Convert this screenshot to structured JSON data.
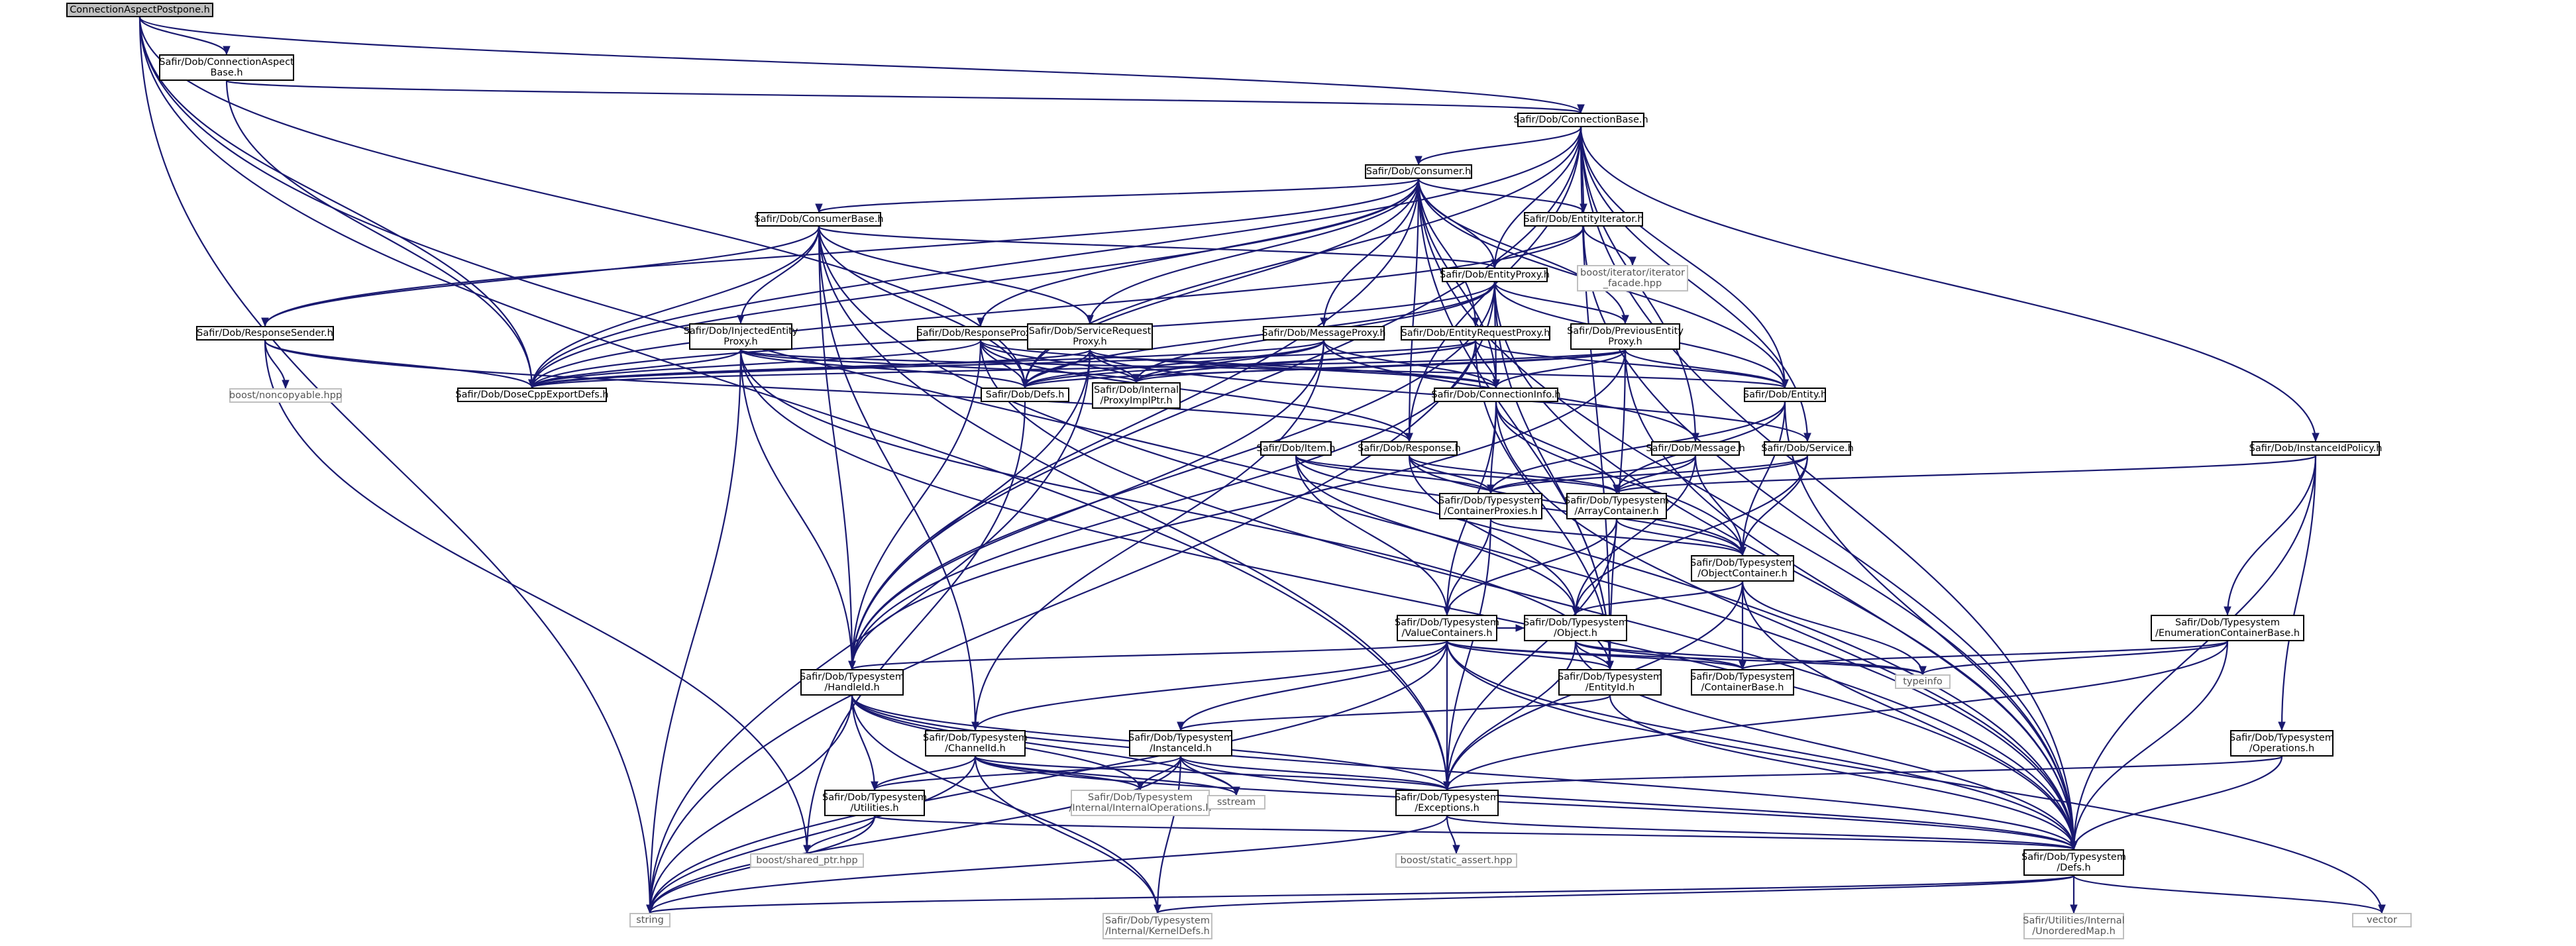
{
  "graph": {
    "title": "",
    "colors": {
      "edge": "#191970",
      "root_fill": "#bfbfbf",
      "node_border": "#000000",
      "external_border": "#bfbfbf"
    },
    "nodes": [
      {
        "id": "root",
        "lines": [
          "ConnectionAspectPostpone.h"
        ],
        "kind": "root"
      },
      {
        "id": "cab",
        "lines": [
          "Safir/Dob/ConnectionAspect",
          "Base.h"
        ],
        "kind": "file"
      },
      {
        "id": "cb",
        "lines": [
          "Safir/Dob/ConnectionBase.h"
        ],
        "kind": "file"
      },
      {
        "id": "consumer",
        "lines": [
          "Safir/Dob/Consumer.h"
        ],
        "kind": "file"
      },
      {
        "id": "consumerbase",
        "lines": [
          "Safir/Dob/ConsumerBase.h"
        ],
        "kind": "file"
      },
      {
        "id": "entityiter",
        "lines": [
          "Safir/Dob/EntityIterator.h"
        ],
        "kind": "file"
      },
      {
        "id": "iterfacade",
        "lines": [
          "boost/iterator/iterator",
          "_facade.hpp"
        ],
        "kind": "external"
      },
      {
        "id": "entityproxy",
        "lines": [
          "Safir/Dob/EntityProxy.h"
        ],
        "kind": "file"
      },
      {
        "id": "respsender",
        "lines": [
          "Safir/Dob/ResponseSender.h"
        ],
        "kind": "file"
      },
      {
        "id": "injected",
        "lines": [
          "Safir/Dob/InjectedEntity",
          "Proxy.h"
        ],
        "kind": "file"
      },
      {
        "id": "respproxy",
        "lines": [
          "Safir/Dob/ResponseProxy.h"
        ],
        "kind": "file"
      },
      {
        "id": "servreq",
        "lines": [
          "Safir/Dob/ServiceRequest",
          "Proxy.h"
        ],
        "kind": "file"
      },
      {
        "id": "msgproxy",
        "lines": [
          "Safir/Dob/MessageProxy.h"
        ],
        "kind": "file"
      },
      {
        "id": "entreq",
        "lines": [
          "Safir/Dob/EntityRequestProxy.h"
        ],
        "kind": "file"
      },
      {
        "id": "preventity",
        "lines": [
          "Safir/Dob/PreviousEntity",
          "Proxy.h"
        ],
        "kind": "file"
      },
      {
        "id": "noncopyable",
        "lines": [
          "boost/noncopyable.hpp"
        ],
        "kind": "external"
      },
      {
        "id": "doseexport",
        "lines": [
          "Safir/Dob/DoseCppExportDefs.h"
        ],
        "kind": "file"
      },
      {
        "id": "dobdefs",
        "lines": [
          "Safir/Dob/Defs.h"
        ],
        "kind": "file"
      },
      {
        "id": "proxyimpl",
        "lines": [
          "Safir/Dob/Internal",
          "/ProxyImplPtr.h"
        ],
        "kind": "file"
      },
      {
        "id": "conninfo",
        "lines": [
          "Safir/Dob/ConnectionInfo.h"
        ],
        "kind": "file"
      },
      {
        "id": "entity",
        "lines": [
          "Safir/Dob/Entity.h"
        ],
        "kind": "file"
      },
      {
        "id": "item",
        "lines": [
          "Safir/Dob/Item.h"
        ],
        "kind": "file"
      },
      {
        "id": "response",
        "lines": [
          "Safir/Dob/Response.h"
        ],
        "kind": "file"
      },
      {
        "id": "message",
        "lines": [
          "Safir/Dob/Message.h"
        ],
        "kind": "file"
      },
      {
        "id": "service",
        "lines": [
          "Safir/Dob/Service.h"
        ],
        "kind": "file"
      },
      {
        "id": "instpolicy",
        "lines": [
          "Safir/Dob/InstanceIdPolicy.h"
        ],
        "kind": "file"
      },
      {
        "id": "contproxies",
        "lines": [
          "Safir/Dob/Typesystem",
          "/ContainerProxies.h"
        ],
        "kind": "file"
      },
      {
        "id": "arraycont",
        "lines": [
          "Safir/Dob/Typesystem",
          "/ArrayContainer.h"
        ],
        "kind": "file"
      },
      {
        "id": "objcont",
        "lines": [
          "Safir/Dob/Typesystem",
          "/ObjectContainer.h"
        ],
        "kind": "file"
      },
      {
        "id": "enumbase",
        "lines": [
          "Safir/Dob/Typesystem",
          "/EnumerationContainerBase.h"
        ],
        "kind": "file"
      },
      {
        "id": "valuecont",
        "lines": [
          "Safir/Dob/Typesystem",
          "/ValueContainers.h"
        ],
        "kind": "file"
      },
      {
        "id": "object",
        "lines": [
          "Safir/Dob/Typesystem",
          "/Object.h"
        ],
        "kind": "file"
      },
      {
        "id": "typeinfo",
        "lines": [
          "typeinfo"
        ],
        "kind": "external"
      },
      {
        "id": "handleid",
        "lines": [
          "Safir/Dob/Typesystem",
          "/HandleId.h"
        ],
        "kind": "file"
      },
      {
        "id": "entityid",
        "lines": [
          "Safir/Dob/Typesystem",
          "/EntityId.h"
        ],
        "kind": "file"
      },
      {
        "id": "contbase",
        "lines": [
          "Safir/Dob/Typesystem",
          "/ContainerBase.h"
        ],
        "kind": "file"
      },
      {
        "id": "channelid",
        "lines": [
          "Safir/Dob/Typesystem",
          "/ChannelId.h"
        ],
        "kind": "file"
      },
      {
        "id": "instanceid",
        "lines": [
          "Safir/Dob/Typesystem",
          "/InstanceId.h"
        ],
        "kind": "file"
      },
      {
        "id": "operations",
        "lines": [
          "Safir/Dob/Typesystem",
          "/Operations.h"
        ],
        "kind": "file"
      },
      {
        "id": "utilities",
        "lines": [
          "Safir/Dob/Typesystem",
          "/Utilities.h"
        ],
        "kind": "file"
      },
      {
        "id": "internalops",
        "lines": [
          "Safir/Dob/Typesystem",
          "/Internal/InternalOperations.h"
        ],
        "kind": "external"
      },
      {
        "id": "sstream",
        "lines": [
          "sstream"
        ],
        "kind": "external"
      },
      {
        "id": "exceptions",
        "lines": [
          "Safir/Dob/Typesystem",
          "/Exceptions.h"
        ],
        "kind": "file"
      },
      {
        "id": "sharedptr",
        "lines": [
          "boost/shared_ptr.hpp"
        ],
        "kind": "external"
      },
      {
        "id": "staticassert",
        "lines": [
          "boost/static_assert.hpp"
        ],
        "kind": "external"
      },
      {
        "id": "tsdefs",
        "lines": [
          "Safir/Dob/Typesystem",
          "/Defs.h"
        ],
        "kind": "file"
      },
      {
        "id": "string",
        "lines": [
          "string"
        ],
        "kind": "external"
      },
      {
        "id": "kerneldefs",
        "lines": [
          "Safir/Dob/Typesystem",
          "/Internal/KernelDefs.h"
        ],
        "kind": "external"
      },
      {
        "id": "unordered",
        "lines": [
          "Safir/Utilities/Internal",
          "/UnorderedMap.h"
        ],
        "kind": "external"
      },
      {
        "id": "vector",
        "lines": [
          "vector"
        ],
        "kind": "external"
      }
    ],
    "edges": [
      [
        "root",
        "cab"
      ],
      [
        "root",
        "cb"
      ],
      [
        "root",
        "doseexport"
      ],
      [
        "root",
        "dobdefs"
      ],
      [
        "root",
        "string"
      ],
      [
        "root",
        "tsdefs"
      ],
      [
        "root",
        "exceptions"
      ],
      [
        "cab",
        "cb"
      ],
      [
        "cab",
        "doseexport"
      ],
      [
        "cb",
        "consumer"
      ],
      [
        "cb",
        "entityiter"
      ],
      [
        "cb",
        "entityproxy"
      ],
      [
        "cb",
        "doseexport"
      ],
      [
        "cb",
        "dobdefs"
      ],
      [
        "cb",
        "entity"
      ],
      [
        "cb",
        "message"
      ],
      [
        "cb",
        "service"
      ],
      [
        "cb",
        "response"
      ],
      [
        "cb",
        "instpolicy"
      ],
      [
        "cb",
        "handleid"
      ],
      [
        "cb",
        "entityid"
      ],
      [
        "cb",
        "tsdefs"
      ],
      [
        "consumer",
        "consumerbase"
      ],
      [
        "consumer",
        "entityiter"
      ],
      [
        "consumer",
        "entityproxy"
      ],
      [
        "consumer",
        "respsender"
      ],
      [
        "consumer",
        "respproxy"
      ],
      [
        "consumer",
        "servreq"
      ],
      [
        "consumer",
        "msgproxy"
      ],
      [
        "consumer",
        "entreq"
      ],
      [
        "consumer",
        "preventity"
      ],
      [
        "consumer",
        "doseexport"
      ],
      [
        "consumer",
        "dobdefs"
      ],
      [
        "consumer",
        "conninfo"
      ],
      [
        "consumer",
        "entity"
      ],
      [
        "consumer",
        "response"
      ],
      [
        "consumer",
        "handleid"
      ],
      [
        "consumer",
        "entityid"
      ],
      [
        "consumer",
        "tsdefs"
      ],
      [
        "consumerbase",
        "injected"
      ],
      [
        "consumerbase",
        "respsender"
      ],
      [
        "consumerbase",
        "doseexport"
      ],
      [
        "consumerbase",
        "dobdefs"
      ],
      [
        "consumerbase",
        "entityproxy"
      ],
      [
        "consumerbase",
        "servreq"
      ],
      [
        "consumerbase",
        "handleid"
      ],
      [
        "consumerbase",
        "channelid"
      ],
      [
        "consumerbase",
        "exceptions"
      ],
      [
        "consumerbase",
        "tsdefs"
      ],
      [
        "entityiter",
        "entityproxy"
      ],
      [
        "entityiter",
        "iterfacade"
      ],
      [
        "entityiter",
        "doseexport"
      ],
      [
        "entityiter",
        "tsdefs"
      ],
      [
        "entityproxy",
        "preventity"
      ],
      [
        "entityproxy",
        "doseexport"
      ],
      [
        "entityproxy",
        "dobdefs"
      ],
      [
        "entityproxy",
        "proxyimpl"
      ],
      [
        "entityproxy",
        "conninfo"
      ],
      [
        "entityproxy",
        "entity"
      ],
      [
        "entityproxy",
        "handleid"
      ],
      [
        "entityproxy",
        "entityid"
      ],
      [
        "entityproxy",
        "tsdefs"
      ],
      [
        "entityproxy",
        "string"
      ],
      [
        "respsender",
        "doseexport"
      ],
      [
        "respsender",
        "noncopyable"
      ],
      [
        "respsender",
        "response"
      ],
      [
        "respsender",
        "sharedptr"
      ],
      [
        "injected",
        "doseexport"
      ],
      [
        "injected",
        "dobdefs"
      ],
      [
        "injected",
        "proxyimpl"
      ],
      [
        "injected",
        "entity"
      ],
      [
        "injected",
        "handleid"
      ],
      [
        "injected",
        "entityid"
      ],
      [
        "injected",
        "string"
      ],
      [
        "injected",
        "tsdefs"
      ],
      [
        "respproxy",
        "doseexport"
      ],
      [
        "respproxy",
        "dobdefs"
      ],
      [
        "respproxy",
        "proxyimpl"
      ],
      [
        "respproxy",
        "conninfo"
      ],
      [
        "respproxy",
        "response"
      ],
      [
        "respproxy",
        "handleid"
      ],
      [
        "respproxy",
        "tsdefs"
      ],
      [
        "servreq",
        "doseexport"
      ],
      [
        "servreq",
        "dobdefs"
      ],
      [
        "servreq",
        "proxyimpl"
      ],
      [
        "servreq",
        "conninfo"
      ],
      [
        "servreq",
        "service"
      ],
      [
        "servreq",
        "handleid"
      ],
      [
        "servreq",
        "string"
      ],
      [
        "msgproxy",
        "doseexport"
      ],
      [
        "msgproxy",
        "dobdefs"
      ],
      [
        "msgproxy",
        "proxyimpl"
      ],
      [
        "msgproxy",
        "conninfo"
      ],
      [
        "msgproxy",
        "message"
      ],
      [
        "msgproxy",
        "channelid"
      ],
      [
        "msgproxy",
        "handleid"
      ],
      [
        "entreq",
        "doseexport"
      ],
      [
        "entreq",
        "dobdefs"
      ],
      [
        "entreq",
        "proxyimpl"
      ],
      [
        "entreq",
        "conninfo"
      ],
      [
        "entreq",
        "entity"
      ],
      [
        "entreq",
        "entityid"
      ],
      [
        "entreq",
        "handleid"
      ],
      [
        "preventity",
        "doseexport"
      ],
      [
        "preventity",
        "dobdefs"
      ],
      [
        "preventity",
        "proxyimpl"
      ],
      [
        "preventity",
        "conninfo"
      ],
      [
        "preventity",
        "entity"
      ],
      [
        "preventity",
        "entityid"
      ],
      [
        "preventity",
        "handleid"
      ],
      [
        "preventity",
        "tsdefs"
      ],
      [
        "dobdefs",
        "sharedptr"
      ],
      [
        "conninfo",
        "contproxies"
      ],
      [
        "conninfo",
        "arraycont"
      ],
      [
        "conninfo",
        "objcont"
      ],
      [
        "conninfo",
        "valuecont"
      ],
      [
        "conninfo",
        "tsdefs"
      ],
      [
        "entity",
        "objcont"
      ],
      [
        "entity",
        "contproxies"
      ],
      [
        "entity",
        "arraycont"
      ],
      [
        "entity",
        "tsdefs"
      ],
      [
        "item",
        "objcont"
      ],
      [
        "item",
        "contproxies"
      ],
      [
        "item",
        "arraycont"
      ],
      [
        "item",
        "valuecont"
      ],
      [
        "item",
        "object"
      ],
      [
        "response",
        "objcont"
      ],
      [
        "response",
        "contproxies"
      ],
      [
        "response",
        "arraycont"
      ],
      [
        "response",
        "object"
      ],
      [
        "message",
        "objcont"
      ],
      [
        "message",
        "contproxies"
      ],
      [
        "message",
        "arraycont"
      ],
      [
        "message",
        "object"
      ],
      [
        "service",
        "objcont"
      ],
      [
        "service",
        "contproxies"
      ],
      [
        "service",
        "arraycont"
      ],
      [
        "service",
        "object"
      ],
      [
        "instpolicy",
        "arraycont"
      ],
      [
        "instpolicy",
        "enumbase"
      ],
      [
        "instpolicy",
        "operations"
      ],
      [
        "instpolicy",
        "tsdefs"
      ],
      [
        "contproxies",
        "objcont"
      ],
      [
        "contproxies",
        "valuecont"
      ],
      [
        "contproxies",
        "exceptions"
      ],
      [
        "arraycont",
        "objcont"
      ],
      [
        "arraycont",
        "valuecont"
      ],
      [
        "arraycont",
        "exceptions"
      ],
      [
        "objcont",
        "object"
      ],
      [
        "objcont",
        "contbase"
      ],
      [
        "objcont",
        "typeinfo"
      ],
      [
        "objcont",
        "exceptions"
      ],
      [
        "objcont",
        "tsdefs"
      ],
      [
        "enumbase",
        "contbase"
      ],
      [
        "enumbase",
        "exceptions"
      ],
      [
        "enumbase",
        "tsdefs"
      ],
      [
        "enumbase",
        "typeinfo"
      ],
      [
        "valuecont",
        "object"
      ],
      [
        "valuecont",
        "handleid"
      ],
      [
        "valuecont",
        "entityid"
      ],
      [
        "valuecont",
        "contbase"
      ],
      [
        "valuecont",
        "channelid"
      ],
      [
        "valuecont",
        "instanceid"
      ],
      [
        "valuecont",
        "exceptions"
      ],
      [
        "valuecont",
        "string"
      ],
      [
        "valuecont",
        "vector"
      ],
      [
        "valuecont",
        "typeinfo"
      ],
      [
        "valuecont",
        "tsdefs"
      ],
      [
        "object",
        "entityid"
      ],
      [
        "object",
        "contbase"
      ],
      [
        "object",
        "exceptions"
      ],
      [
        "object",
        "typeinfo"
      ],
      [
        "object",
        "tsdefs"
      ],
      [
        "handleid",
        "utilities"
      ],
      [
        "handleid",
        "internalops"
      ],
      [
        "handleid",
        "sstream"
      ],
      [
        "handleid",
        "exceptions"
      ],
      [
        "handleid",
        "string"
      ],
      [
        "handleid",
        "kerneldefs"
      ],
      [
        "handleid",
        "tsdefs"
      ],
      [
        "entityid",
        "instanceid"
      ],
      [
        "entityid",
        "tsdefs"
      ],
      [
        "channelid",
        "utilities"
      ],
      [
        "channelid",
        "internalops"
      ],
      [
        "channelid",
        "sstream"
      ],
      [
        "channelid",
        "exceptions"
      ],
      [
        "channelid",
        "string"
      ],
      [
        "channelid",
        "kerneldefs"
      ],
      [
        "channelid",
        "tsdefs"
      ],
      [
        "instanceid",
        "utilities"
      ],
      [
        "instanceid",
        "internalops"
      ],
      [
        "instanceid",
        "sstream"
      ],
      [
        "instanceid",
        "exceptions"
      ],
      [
        "instanceid",
        "string"
      ],
      [
        "instanceid",
        "kerneldefs"
      ],
      [
        "instanceid",
        "tsdefs"
      ],
      [
        "operations",
        "exceptions"
      ],
      [
        "operations",
        "tsdefs"
      ],
      [
        "utilities",
        "sharedptr"
      ],
      [
        "utilities",
        "string"
      ],
      [
        "utilities",
        "tsdefs"
      ],
      [
        "exceptions",
        "staticassert"
      ],
      [
        "exceptions",
        "string"
      ],
      [
        "exceptions",
        "tsdefs"
      ],
      [
        "tsdefs",
        "string"
      ],
      [
        "tsdefs",
        "kerneldefs"
      ],
      [
        "tsdefs",
        "unordered"
      ],
      [
        "tsdefs",
        "vector"
      ]
    ]
  }
}
